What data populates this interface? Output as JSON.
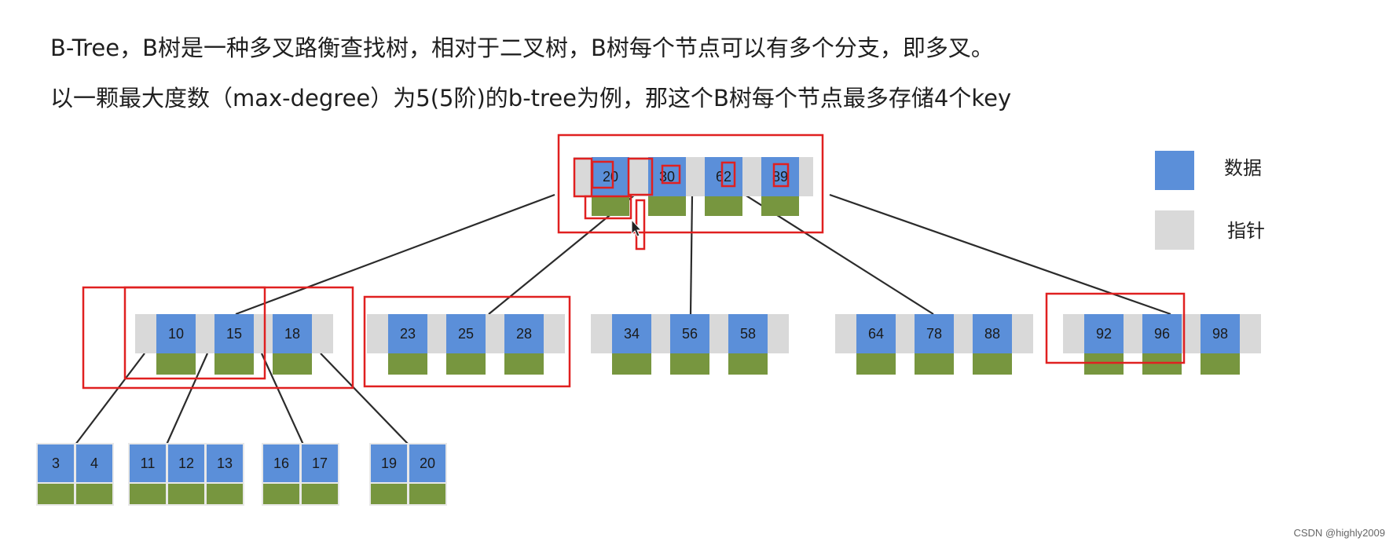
{
  "text": {
    "line1": "B-Tree，B树是一种多叉路衡查找树，相对于二叉树，B树每个节点可以有多个分支，即多叉。",
    "line2": "以一颗最大度数（max-degree）为5(5阶)的b-tree为例，那这个B树每个节点最多存储4个key"
  },
  "legend": {
    "data_label": "数据",
    "pointer_label": "指针"
  },
  "tree": {
    "root": {
      "keys": [
        "20",
        "30",
        "62",
        "89"
      ]
    },
    "level2": [
      {
        "keys": [
          "10",
          "15",
          "18"
        ]
      },
      {
        "keys": [
          "23",
          "25",
          "28"
        ]
      },
      {
        "keys": [
          "34",
          "56",
          "58"
        ]
      },
      {
        "keys": [
          "64",
          "78",
          "88"
        ]
      },
      {
        "keys": [
          "92",
          "96",
          "98"
        ]
      }
    ],
    "leaves": [
      {
        "keys": [
          "3",
          "4"
        ]
      },
      {
        "keys": [
          "11",
          "12",
          "13"
        ]
      },
      {
        "keys": [
          "16",
          "17"
        ]
      },
      {
        "keys": [
          "19",
          "20"
        ]
      }
    ]
  },
  "colors": {
    "key": "#5b8fd9",
    "pointer": "#d9d9d9",
    "data": "#77963f",
    "edge": "#2b2b2b",
    "highlight": "#e02020"
  },
  "watermark": "CSDN @highly2009"
}
